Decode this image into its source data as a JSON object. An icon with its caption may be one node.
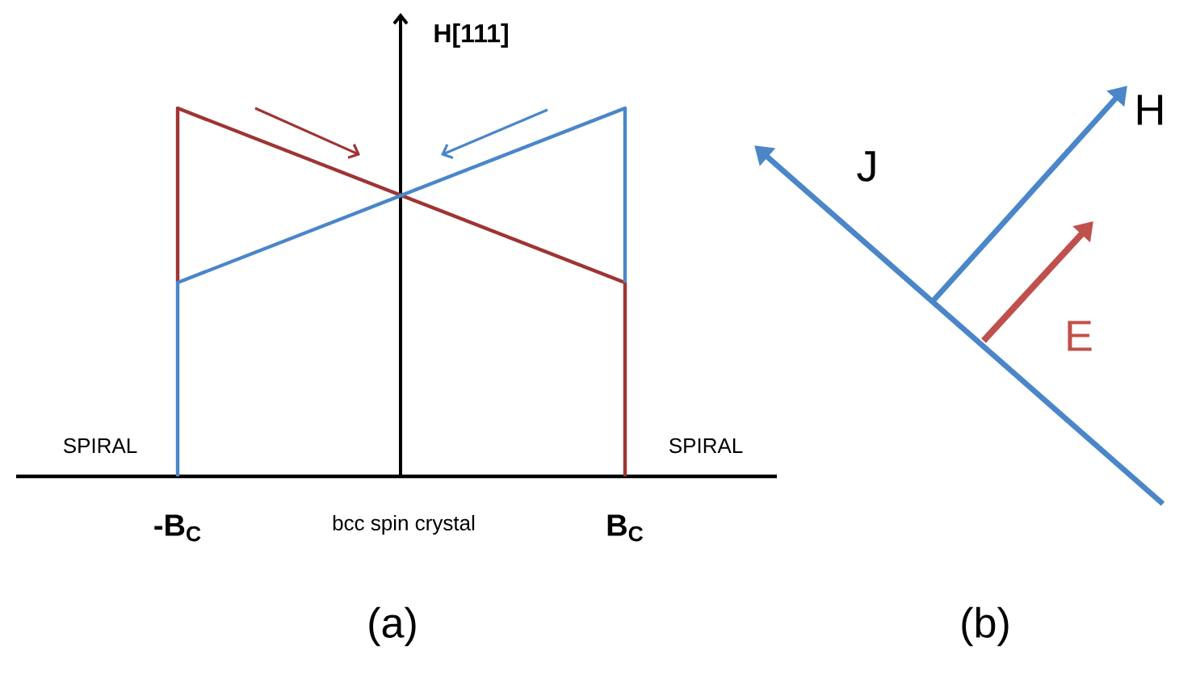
{
  "diagram": {
    "labels": [
      "H[111]",
      "SPIRAL",
      "SPIRAL",
      "-B$_{C}$",
      "bcc spin crystal",
      "B$_{C}$",
      "(a)",
      "J",
      "H",
      "E",
      "(b)"
    ]
  }
}
